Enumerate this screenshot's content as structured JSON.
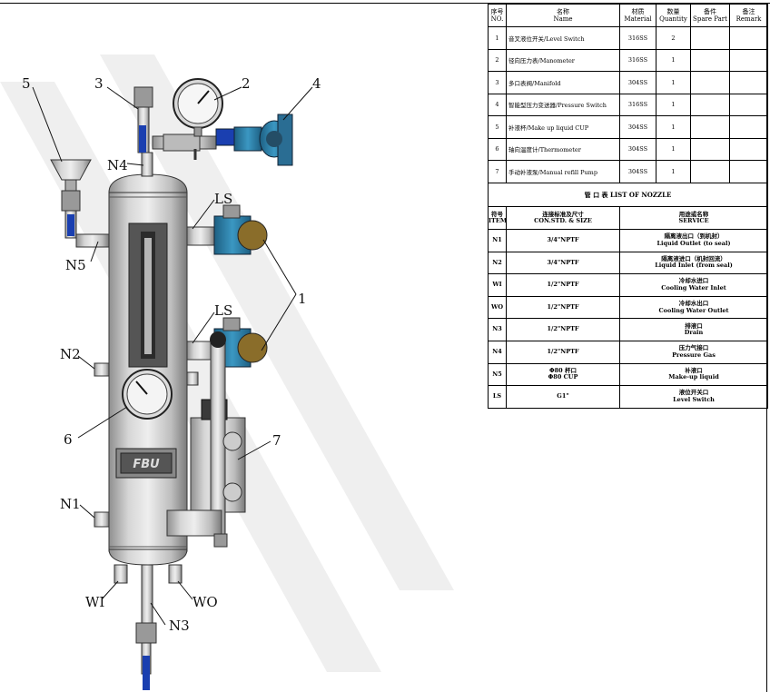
{
  "callouts": {
    "c1": "1",
    "c2": "2",
    "c3": "3",
    "c4": "4",
    "c5": "5",
    "c6": "6",
    "c7": "7",
    "ls_top": "LS",
    "ls_mid": "LS",
    "n1": "N1",
    "n2": "N2",
    "n3": "N3",
    "n4": "N4",
    "n5": "N5",
    "wi": "WI",
    "wo": "WO"
  },
  "nameplate": "FBU",
  "parts_table": {
    "headers": {
      "no_cn": "序号",
      "no_en": "NO.",
      "name_cn": "名称",
      "name_en": "Name",
      "material_cn": "材质",
      "material_en": "Material",
      "qty_cn": "数量",
      "qty_en": "Quantity",
      "spare_cn": "备件",
      "spare_en": "Spare Part",
      "remark_cn": "备注",
      "remark_en": "Remark"
    },
    "rows": [
      {
        "no": "1",
        "name": "音叉液位开关/Level Switch",
        "material": "316SS",
        "qty": "2"
      },
      {
        "no": "2",
        "name": "径向压力表/Manometer",
        "material": "316SS",
        "qty": "1"
      },
      {
        "no": "3",
        "name": "多口表阀/Manifold",
        "material": "304SS",
        "qty": "1"
      },
      {
        "no": "4",
        "name": "智能型压力变送器/Pressure Switch",
        "material": "316SS",
        "qty": "1"
      },
      {
        "no": "5",
        "name": "补液杯/Make up liquid CUP",
        "material": "304SS",
        "qty": "1"
      },
      {
        "no": "6",
        "name": "轴向温度计/Thermometer",
        "material": "304SS",
        "qty": "1"
      },
      {
        "no": "7",
        "name": "手动补液泵/Manual refill Pump",
        "material": "304SS",
        "qty": "1"
      }
    ]
  },
  "nozzle_table": {
    "title": "管 口 表 LIST OF NOZZLE",
    "headers": {
      "item_cn": "符号",
      "item_en": "ITEM",
      "std_cn": "连接标准及尺寸",
      "std_en": "CON.STD. & SIZE",
      "svc_cn": "用途或名称",
      "svc_en": "SERVICE"
    },
    "rows": [
      {
        "item": "N1",
        "size": "3/4\"NPTF",
        "size2": "",
        "svc_cn": "隔离液出口（到机封）",
        "svc_en": "Liquid Outlet (to seal)"
      },
      {
        "item": "N2",
        "size": "3/4\"NPTF",
        "size2": "",
        "svc_cn": "隔离液进口（机封回流）",
        "svc_en": "Liquid Inlet (from seal)"
      },
      {
        "item": "WI",
        "size": "1/2\"NPTF",
        "size2": "",
        "svc_cn": "冷却水进口",
        "svc_en": "Cooling Water Inlet"
      },
      {
        "item": "WO",
        "size": "1/2\"NPTF",
        "size2": "",
        "svc_cn": "冷却水出口",
        "svc_en": "Cooling Water Outlet"
      },
      {
        "item": "N3",
        "size": "1/2\"NPTF",
        "size2": "",
        "svc_cn": "排液口",
        "svc_en": "Drain"
      },
      {
        "item": "N4",
        "size": "1/2\"NPTF",
        "size2": "",
        "svc_cn": "压力气接口",
        "svc_en": "Pressure Gas"
      },
      {
        "item": "N5",
        "size": "Φ80 杯口",
        "size2": "Φ80 CUP",
        "svc_cn": "补液口",
        "svc_en": "Make-up liquid"
      },
      {
        "item": "LS",
        "size": "G1\"",
        "size2": "",
        "svc_cn": "液位开关口",
        "svc_en": "Level Switch"
      }
    ]
  },
  "colors": {
    "vessel": "#c9c9c9",
    "blue_component": "#2e7fa6",
    "handle_blue": "#1a3fb0",
    "line": "#111111"
  }
}
